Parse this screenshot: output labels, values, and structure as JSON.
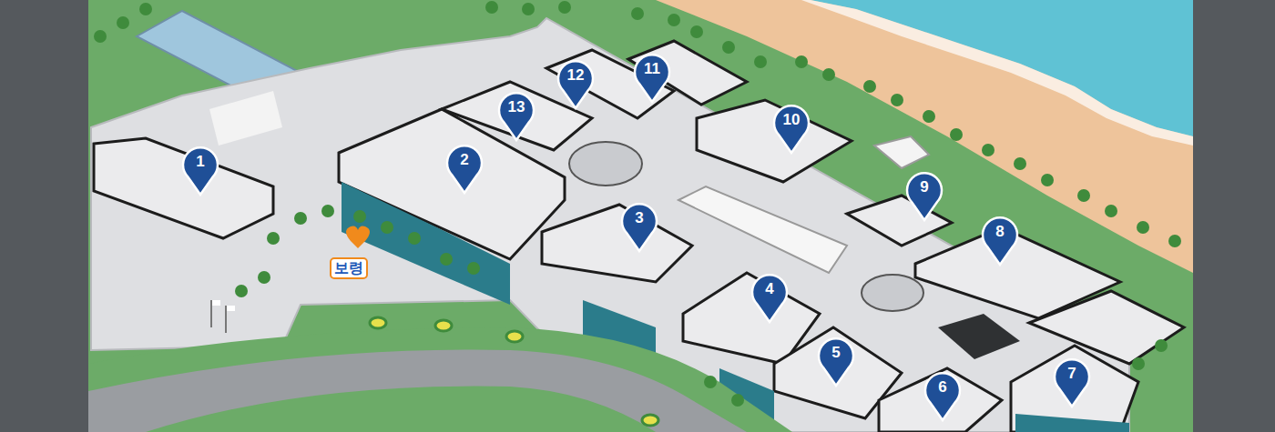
{
  "diagram": {
    "nodes": [
      {
        "text": [
          "1"
        ]
      },
      {
        "text": [
          "2"
        ]
      },
      {
        "text": [
          "3"
        ]
      },
      {
        "text": [
          "4"
        ]
      },
      {
        "text": [
          "5"
        ]
      },
      {
        "text": [
          "6"
        ]
      },
      {
        "text": [
          "7"
        ]
      },
      {
        "text": [
          "8"
        ]
      },
      {
        "text": [
          "9"
        ]
      },
      {
        "text": [
          "10"
        ]
      },
      {
        "text": [
          "11"
        ]
      },
      {
        "text": [
          "12"
        ]
      },
      {
        "text": [
          "13"
        ]
      }
    ],
    "labels": [
      "보령"
    ]
  }
}
